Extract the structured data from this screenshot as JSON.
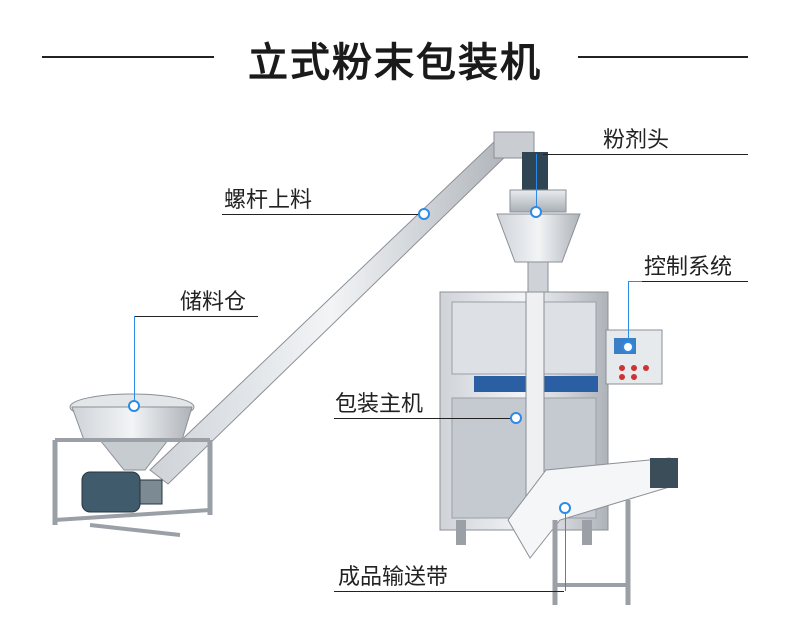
{
  "title": "立式粉末包装机",
  "accent_color": "#2d8ae6",
  "callouts": {
    "powder_head": "粉剂头",
    "screw_feeder": "螺杆上料",
    "control_system": "控制系统",
    "storage_hopper": "储料仓",
    "main_machine": "包装主机",
    "conveyor": "成品输送带"
  }
}
